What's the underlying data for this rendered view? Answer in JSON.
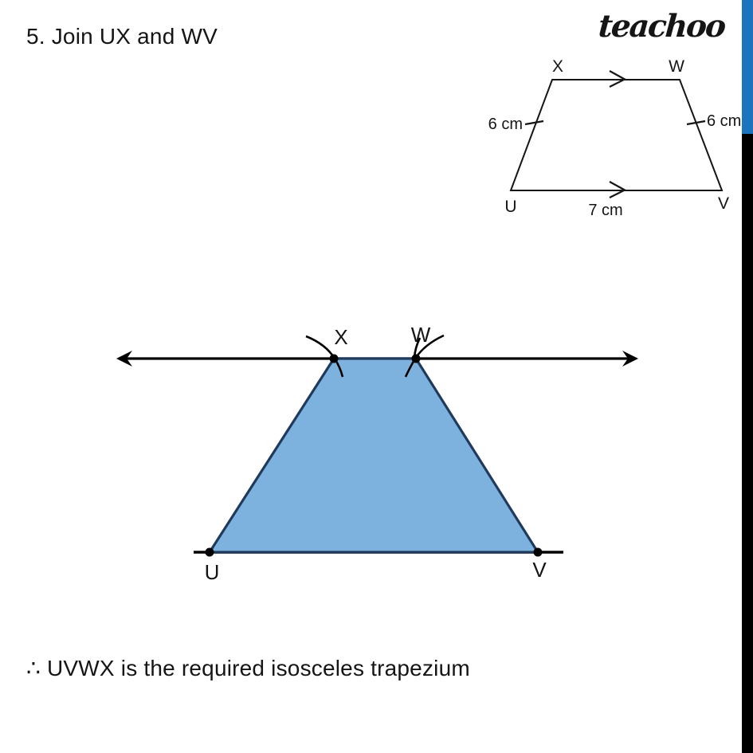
{
  "page": {
    "step_text": "5. Join UX and WV",
    "conclusion_text": "∴ UVWX is the required isosceles trapezium",
    "brand": "teachoo"
  },
  "colors": {
    "trapezium_fill": "#7EB2DE",
    "trapezium_border": "#1F3A5C",
    "line_black": "#000000",
    "accent_bar_blue": "#1B75BC",
    "accent_bar_black": "#000000"
  },
  "reference_diagram": {
    "vertex_labels": {
      "x": "X",
      "w": "W",
      "u": "U",
      "v": "V"
    },
    "side_labels": {
      "left": "6 cm",
      "right": "6 cm",
      "bottom": "7 cm"
    }
  },
  "construction_figure": {
    "vertex_labels": {
      "x": "X",
      "w": "W",
      "u": "U",
      "v": "V"
    }
  }
}
